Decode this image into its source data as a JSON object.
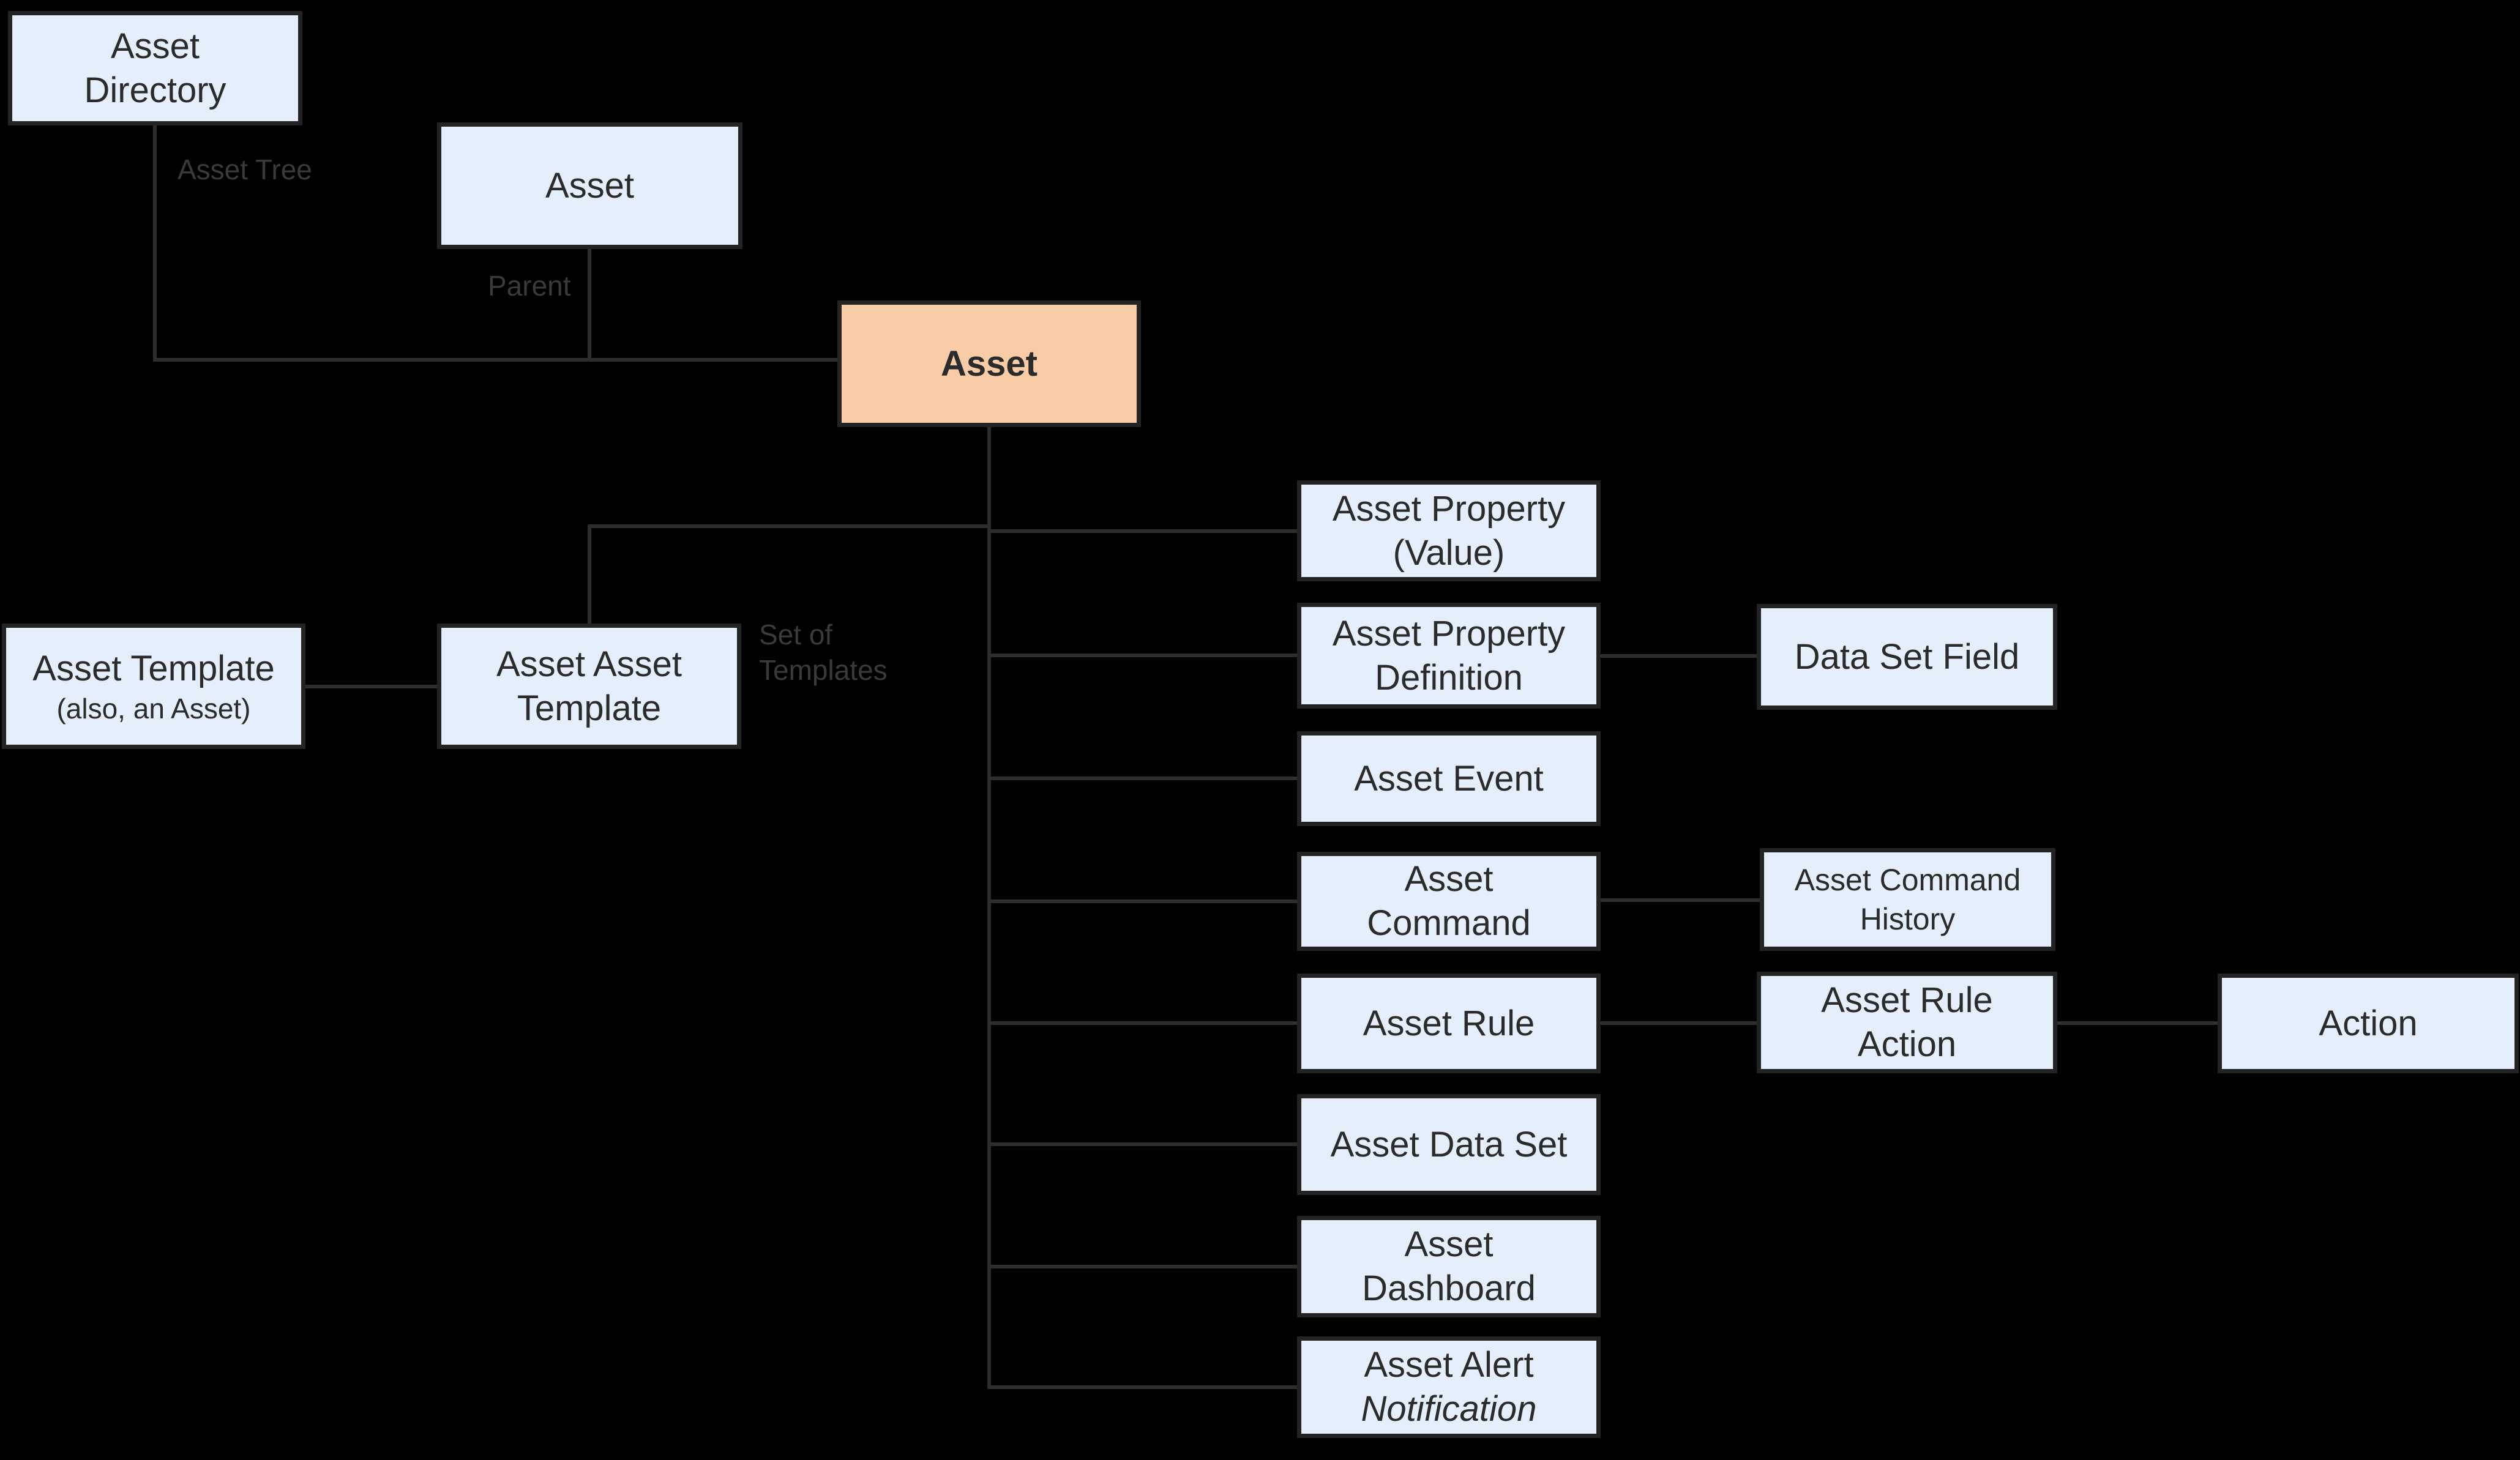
{
  "colors": {
    "background": "#000000",
    "node_fill": "#e4effb",
    "node_highlight_fill": "#f8cca6",
    "node_border": "#232323",
    "node_text": "#2b2b2b",
    "connector": "#2d2d2d",
    "edge_label_text": "#3a3a3a"
  },
  "nodes": {
    "asset_directory": {
      "line1": "Asset",
      "line2": "Directory"
    },
    "asset_parent": {
      "line1": "Asset"
    },
    "asset_main": {
      "line1": "Asset"
    },
    "asset_template": {
      "line1": "Asset Template",
      "line2": "(also, an Asset)"
    },
    "asset_asset_template": {
      "line1": "Asset Asset",
      "line2": "Template"
    },
    "asset_property_value": {
      "line1": "Asset Property",
      "line2": "(Value)"
    },
    "asset_property_definition": {
      "line1": "Asset Property",
      "line2": "Definition"
    },
    "data_set_field": {
      "line1": "Data Set Field"
    },
    "asset_event": {
      "line1": "Asset Event"
    },
    "asset_command": {
      "line1": "Asset",
      "line2": "Command"
    },
    "asset_command_history": {
      "line1": "Asset Command",
      "line2": "History"
    },
    "asset_rule": {
      "line1": "Asset Rule"
    },
    "asset_rule_action": {
      "line1": "Asset Rule",
      "line2": "Action"
    },
    "action": {
      "line1": "Action"
    },
    "asset_data_set": {
      "line1": "Asset Data Set"
    },
    "asset_dashboard": {
      "line1": "Asset",
      "line2": "Dashboard"
    },
    "asset_alert_notification": {
      "line1": "Asset Alert",
      "line2": "Notification"
    }
  },
  "edges": [
    {
      "from": "asset_directory",
      "to": "asset_main",
      "label": "Asset Tree"
    },
    {
      "from": "asset_parent",
      "to": "asset_main",
      "label": "Parent"
    },
    {
      "from": "asset_main",
      "to": "asset_asset_template",
      "label": "Set of Templates"
    },
    {
      "from": "asset_template",
      "to": "asset_asset_template",
      "label": ""
    },
    {
      "from": "asset_main",
      "to": "asset_property_value",
      "label": ""
    },
    {
      "from": "asset_main",
      "to": "asset_property_definition",
      "label": ""
    },
    {
      "from": "asset_main",
      "to": "asset_event",
      "label": ""
    },
    {
      "from": "asset_main",
      "to": "asset_command",
      "label": ""
    },
    {
      "from": "asset_main",
      "to": "asset_rule",
      "label": ""
    },
    {
      "from": "asset_main",
      "to": "asset_data_set",
      "label": ""
    },
    {
      "from": "asset_main",
      "to": "asset_dashboard",
      "label": ""
    },
    {
      "from": "asset_main",
      "to": "asset_alert_notification",
      "label": ""
    },
    {
      "from": "asset_property_definition",
      "to": "data_set_field",
      "label": ""
    },
    {
      "from": "asset_command",
      "to": "asset_command_history",
      "label": ""
    },
    {
      "from": "asset_rule",
      "to": "asset_rule_action",
      "label": ""
    },
    {
      "from": "asset_rule_action",
      "to": "action",
      "label": ""
    }
  ]
}
